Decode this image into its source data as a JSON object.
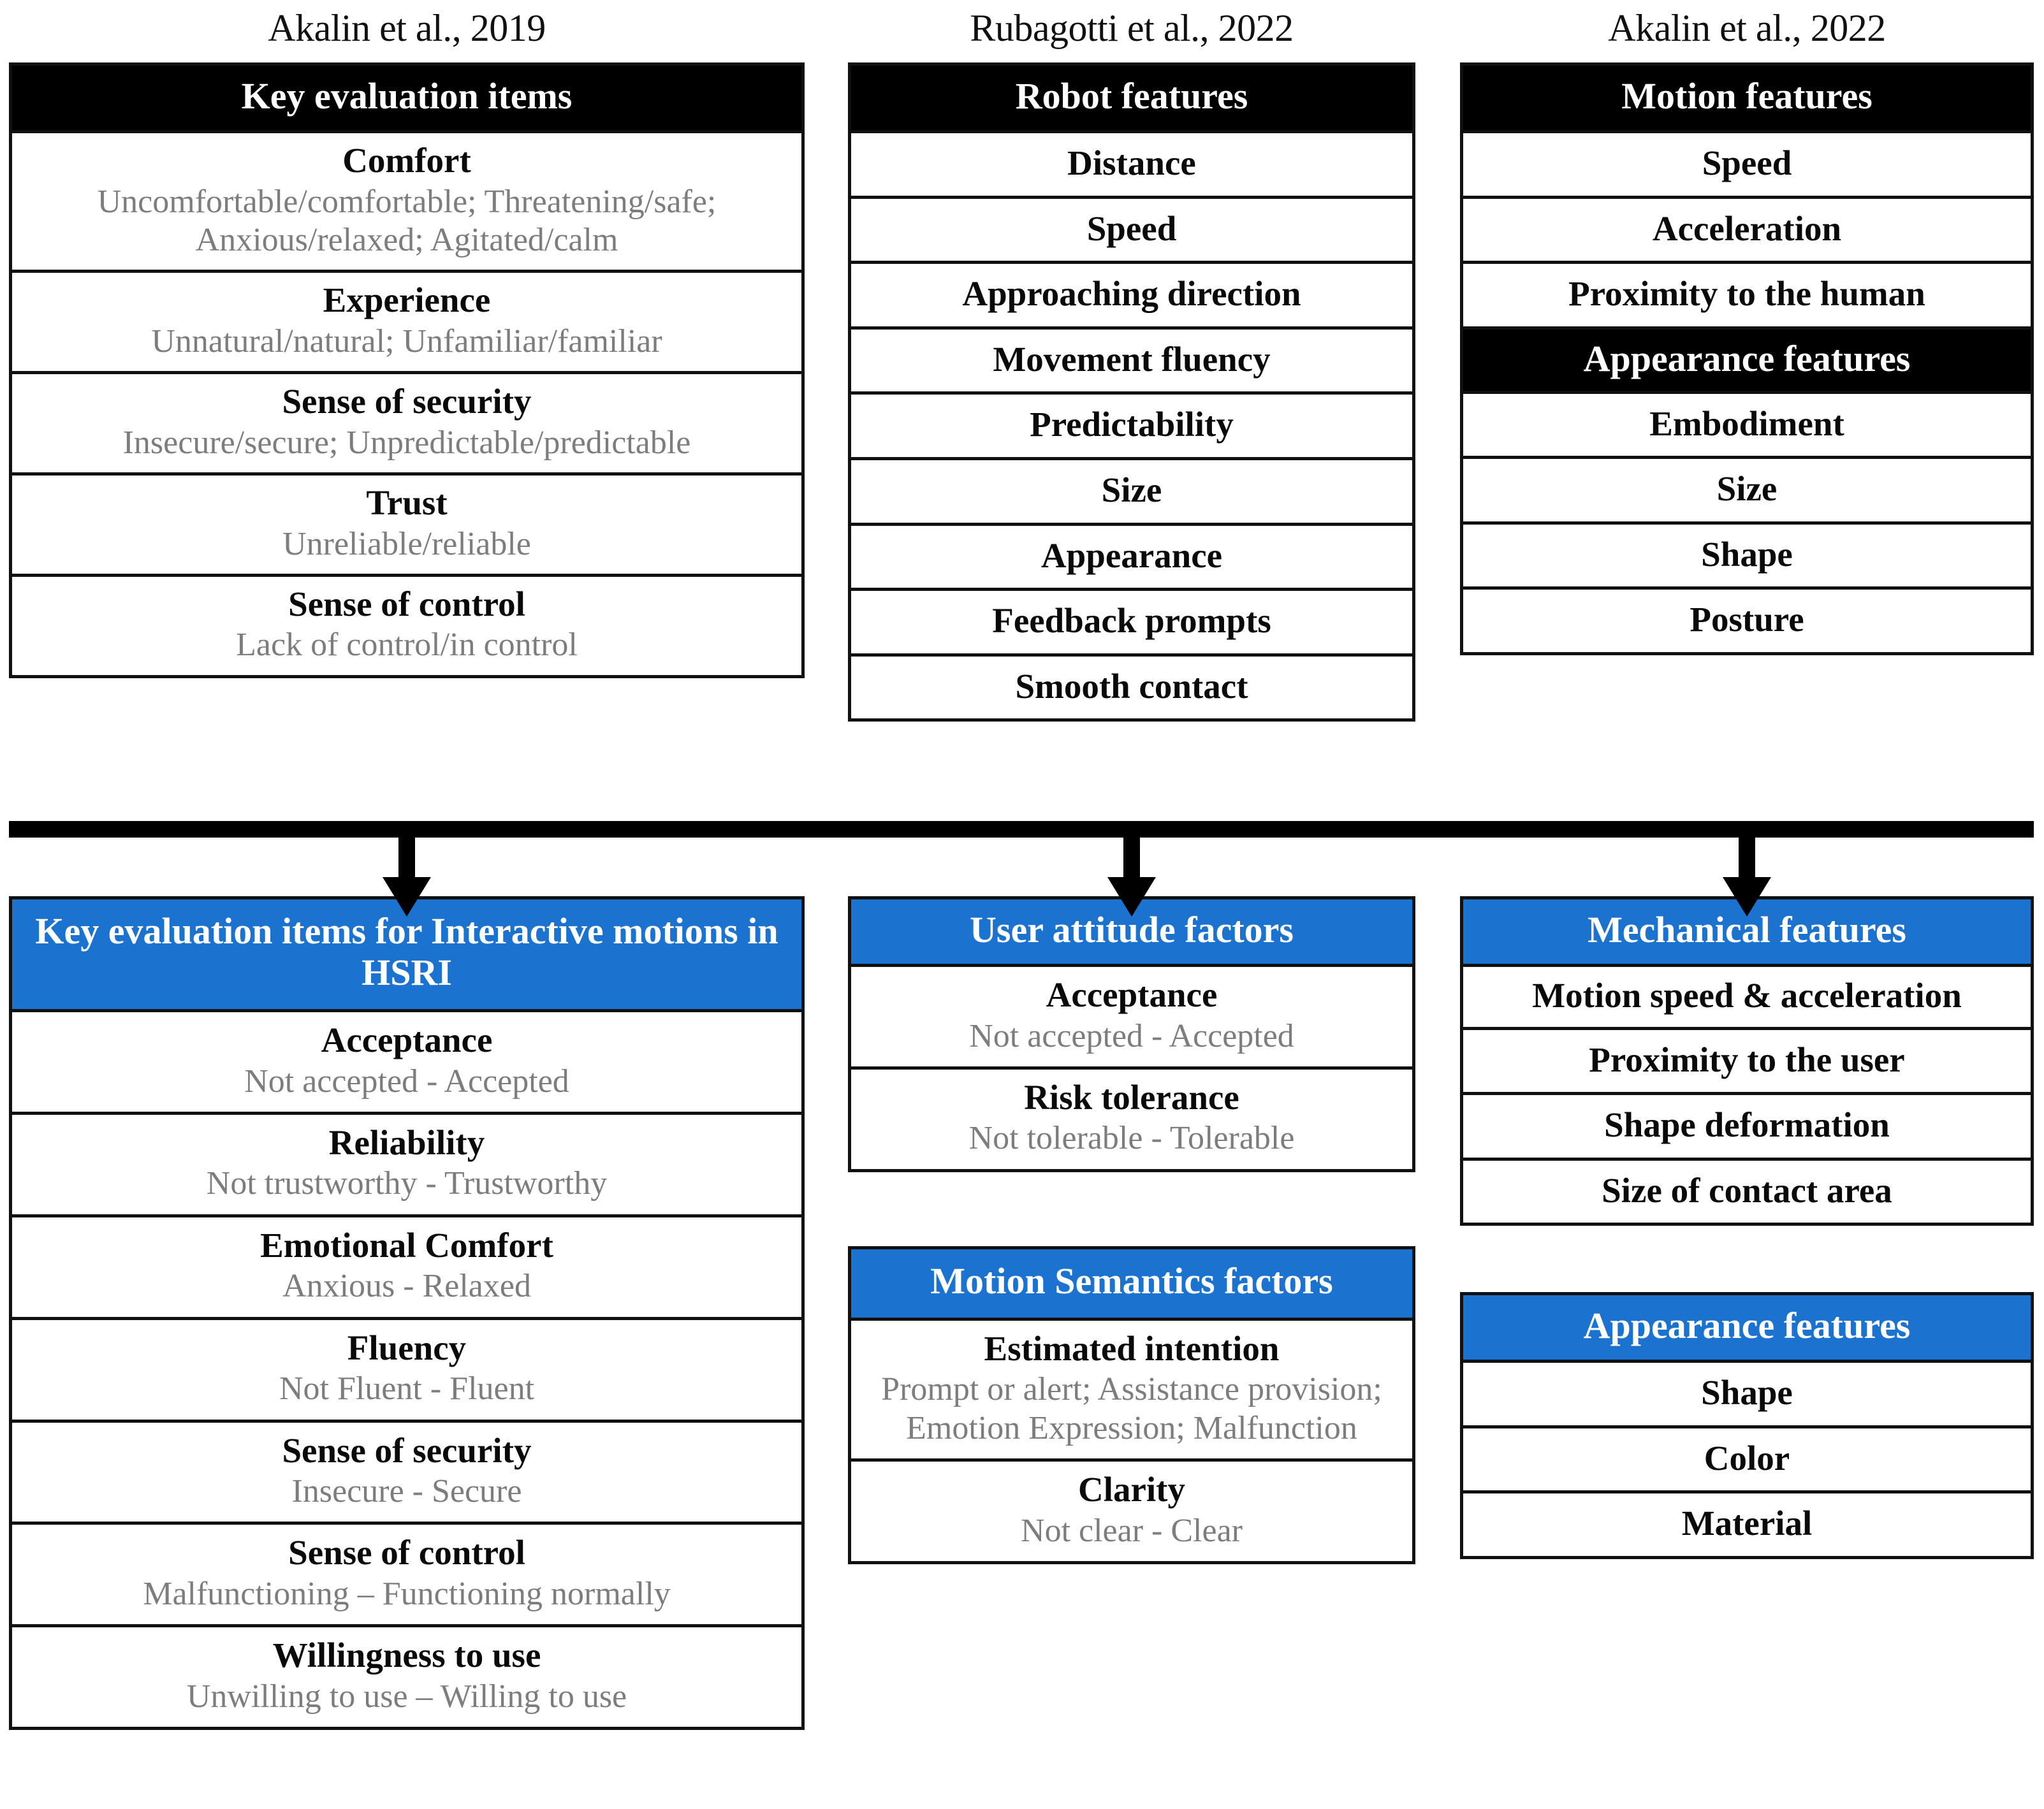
{
  "colors": {
    "accent_blue": "#1b72cf",
    "header_black": "#000000",
    "sub_text_gray": "#7d7d7d",
    "border": "#111111",
    "background": "#ffffff"
  },
  "columns": [
    {
      "title": "Akalin et al., 2019",
      "top_table": {
        "header": "Key evaluation items",
        "header_style": "black",
        "rows": [
          {
            "main": "Comfort",
            "sub": "Uncomfortable/comfortable; Threatening/safe; Anxious/relaxed; Agitated/calm"
          },
          {
            "main": "Experience",
            "sub": "Unnatural/natural; Unfamiliar/familiar"
          },
          {
            "main": "Sense of security",
            "sub": "Insecure/secure; Unpredictable/predictable"
          },
          {
            "main": "Trust",
            "sub": "Unreliable/reliable"
          },
          {
            "main": "Sense of control",
            "sub": "Lack of control/in control"
          }
        ]
      },
      "bottom_tables": [
        {
          "header": "Key evaluation items for Interactive motions in HSRI",
          "header_style": "blue",
          "rows": [
            {
              "main": "Acceptance",
              "sub": "Not accepted - Accepted"
            },
            {
              "main": "Reliability",
              "sub": "Not trustworthy - Trustworthy"
            },
            {
              "main": "Emotional Comfort",
              "sub": "Anxious - Relaxed"
            },
            {
              "main": "Fluency",
              "sub": "Not Fluent - Fluent"
            },
            {
              "main": "Sense of security",
              "sub": "Insecure - Secure"
            },
            {
              "main": "Sense of control",
              "sub": "Malfunctioning – Functioning normally"
            },
            {
              "main": "Willingness to use",
              "sub": "Unwilling to use – Willing to use"
            }
          ]
        }
      ]
    },
    {
      "title": "Rubagotti et al., 2022",
      "top_table": {
        "header": "Robot features",
        "header_style": "black",
        "rows": [
          {
            "main": "Distance",
            "sub": ""
          },
          {
            "main": "Speed",
            "sub": ""
          },
          {
            "main": "Approaching direction",
            "sub": ""
          },
          {
            "main": "Movement fluency",
            "sub": ""
          },
          {
            "main": "Predictability",
            "sub": ""
          },
          {
            "main": "Size",
            "sub": ""
          },
          {
            "main": "Appearance",
            "sub": ""
          },
          {
            "main": "Feedback prompts",
            "sub": ""
          },
          {
            "main": "Smooth contact",
            "sub": ""
          }
        ]
      },
      "bottom_tables": [
        {
          "header": "User attitude factors",
          "header_style": "blue",
          "rows": [
            {
              "main": "Acceptance",
              "sub": "Not accepted - Accepted"
            },
            {
              "main": "Risk tolerance",
              "sub": "Not tolerable - Tolerable"
            }
          ]
        },
        {
          "header": "Motion Semantics factors",
          "header_style": "blue",
          "rows": [
            {
              "main": "Estimated intention",
              "sub": "Prompt or alert; Assistance provision; Emotion Expression; Malfunction"
            },
            {
              "main": "Clarity",
              "sub": "Not clear - Clear"
            }
          ]
        }
      ]
    },
    {
      "title": "Akalin et al., 2022",
      "top_table": {
        "header": "Motion features",
        "header_style": "black",
        "rows": [
          {
            "main": "Speed",
            "sub": ""
          },
          {
            "main": "Acceleration",
            "sub": ""
          },
          {
            "main": "Proximity to the human",
            "sub": ""
          }
        ],
        "sub_header": "Appearance features",
        "sub_rows": [
          {
            "main": "Embodiment",
            "sub": ""
          },
          {
            "main": "Size",
            "sub": ""
          },
          {
            "main": "Shape",
            "sub": ""
          },
          {
            "main": "Posture",
            "sub": ""
          }
        ]
      },
      "bottom_tables": [
        {
          "header": "Mechanical features",
          "header_style": "blue",
          "rows": [
            {
              "main": "Motion speed & acceleration",
              "sub": ""
            },
            {
              "main": "Proximity to the user",
              "sub": ""
            },
            {
              "main": "Shape deformation",
              "sub": ""
            },
            {
              "main": "Size of contact area",
              "sub": ""
            }
          ]
        },
        {
          "header": "Appearance features",
          "header_style": "blue",
          "rows": [
            {
              "main": "Shape",
              "sub": ""
            },
            {
              "main": "Color",
              "sub": ""
            },
            {
              "main": "Material",
              "sub": ""
            }
          ]
        }
      ]
    }
  ],
  "flow": {
    "arrow_count": 3,
    "direction": "down"
  }
}
